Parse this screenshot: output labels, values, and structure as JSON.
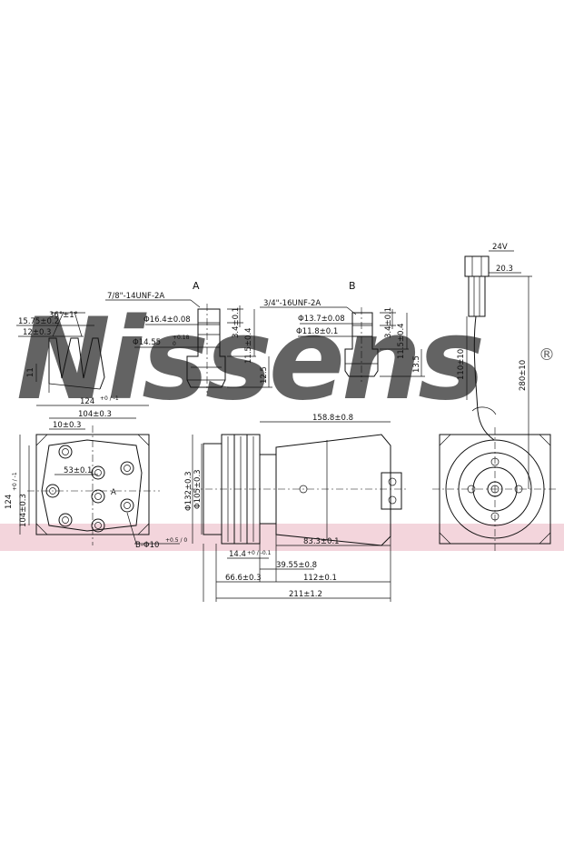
{
  "watermark": {
    "text": "Nissens",
    "registered": "®",
    "band_color": "#f3d5dc",
    "text_color": "#c9d6e6"
  },
  "detail_a": {
    "letter": "A",
    "thread": "7/8\"-14UNF-2A",
    "dia_outer": "Φ16.4±0.08",
    "dia_inner": "Φ14.55",
    "dia_inner_tol_up": "+0.18",
    "dia_inner_tol_dn": "0",
    "d1": "3.4±0.1",
    "d2": "11.5±0.4",
    "d3": "12.5"
  },
  "detail_b": {
    "letter": "B",
    "thread": "3/4\"-16UNF-2A",
    "dia_outer": "Φ13.7±0.08",
    "dia_inner": "Φ11.8±0.1",
    "d1": "3.4±0.1",
    "d2": "11.5±0.4",
    "d3": "13.5"
  },
  "pulley_profile": {
    "angle": "36°±1°",
    "w1": "15.75±0.2",
    "w2": "12±0.3",
    "h": "11"
  },
  "front_view": {
    "w_total": "124",
    "w_total_tol": "+0 / -1",
    "w_holes": "104±0.3",
    "w_inner": "10±0.3",
    "h_total": "124",
    "h_total_tol": "+0 / -1",
    "h_holes": "104±0.3",
    "offset": "53±0.1",
    "label_a": "A",
    "label_b": "B",
    "thread_b": "B-Φ10",
    "thread_b_tol": "+0.5 / 0"
  },
  "side_view": {
    "body_len": "158.8±0.8",
    "dia_pulley": "Φ132±0.3",
    "dia_hub": "Φ105±0.3",
    "d_small": "14.4",
    "d_small_tol": "+0 / -0.1",
    "d_mid": "39.55±0.8",
    "d_body": "83.3±0.1",
    "d_front": "66.6±0.3",
    "d_rear": "112±0.1",
    "d_total": "211±1.2"
  },
  "connector": {
    "voltage": "24V",
    "width": "20.3",
    "cable": "110±10",
    "total": "280±10"
  }
}
